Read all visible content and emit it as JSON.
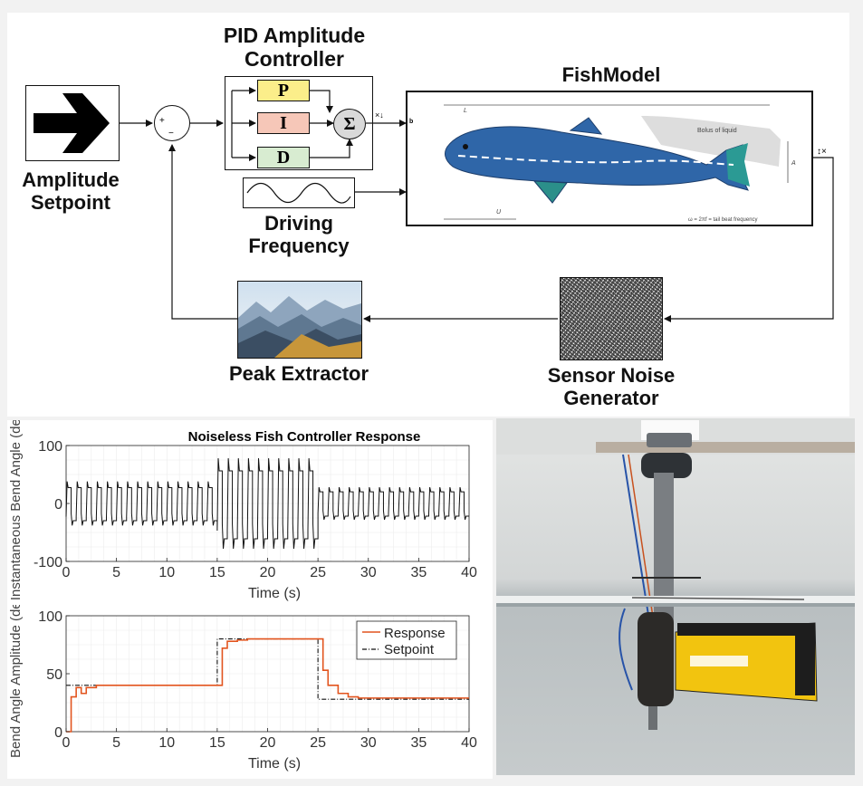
{
  "diagram": {
    "pid_title": "PID Amplitude Controller",
    "pid_blocks": [
      "P",
      "I",
      "D"
    ],
    "sum_symbol": "Σ",
    "fish_title": "FishModel",
    "amplitude_label": "Amplitude Setpoint",
    "driving_label": "Driving Frequency",
    "peak_label": "Peak Extractor",
    "noise_label": "Sensor Noise Generator",
    "summer_plus": "+",
    "summer_minus": "−",
    "fish_in_port": "b",
    "fish_top_dim": "L",
    "fish_bottom_dim": "U",
    "fish_side_dim": "A",
    "fish_bolus": "Bolus of liquid",
    "fish_formula": "ω = 2πf = tail beat frequency",
    "pid_out_port": "×↓",
    "fish_out_port": "↕×"
  },
  "chart_data": [
    {
      "type": "line",
      "title": "Noiseless Fish Controller Response",
      "xlabel": "Time (s)",
      "ylabel": "Instantaneous Bend Angle (deg)",
      "xlim": [
        0,
        40
      ],
      "ylim": [
        -100,
        100
      ],
      "xticks": [
        0,
        5,
        10,
        15,
        20,
        25,
        30,
        35,
        40
      ],
      "yticks": [
        -100,
        0,
        100
      ],
      "grid": true,
      "series": [
        {
          "signal": "square-like oscillation",
          "segments": [
            {
              "t_start": 0,
              "t_end": 15,
              "amplitude": 38
            },
            {
              "t_start": 15,
              "t_end": 25,
              "amplitude": 78
            },
            {
              "t_start": 25,
              "t_end": 40,
              "amplitude": 28
            }
          ],
          "period_s": 1.0
        }
      ]
    },
    {
      "type": "line",
      "title": "",
      "xlabel": "Time (s)",
      "ylabel": "Bend Angle Amplitude (deg)",
      "xlim": [
        0,
        40
      ],
      "ylim": [
        0,
        100
      ],
      "xticks": [
        0,
        5,
        10,
        15,
        20,
        25,
        30,
        35,
        40
      ],
      "yticks": [
        0,
        50,
        100
      ],
      "grid": true,
      "legend": "top-right",
      "series": [
        {
          "name": "Response",
          "color": "#e2541e",
          "x": [
            0,
            0.5,
            0.5,
            1,
            1,
            1.5,
            1.5,
            2,
            2,
            3,
            3,
            4,
            4,
            15,
            15,
            15.5,
            15.5,
            16,
            16,
            17,
            17,
            18,
            18,
            19,
            19,
            25,
            25,
            25.5,
            25.5,
            26,
            26,
            27,
            27,
            28,
            28,
            29,
            29,
            40
          ],
          "y": [
            0,
            0,
            30,
            30,
            38,
            38,
            33,
            33,
            38,
            38,
            40,
            40,
            40,
            40,
            40,
            40,
            72,
            72,
            78,
            78,
            79,
            79,
            80,
            80,
            80,
            80,
            80,
            80,
            53,
            53,
            40,
            40,
            33,
            33,
            30,
            30,
            29,
            29
          ]
        },
        {
          "name": "Setpoint",
          "color": "#111111",
          "dash": "dashdot",
          "x": [
            0,
            15,
            15,
            25,
            25,
            40
          ],
          "y": [
            40,
            40,
            80,
            80,
            28,
            28
          ]
        }
      ]
    }
  ]
}
